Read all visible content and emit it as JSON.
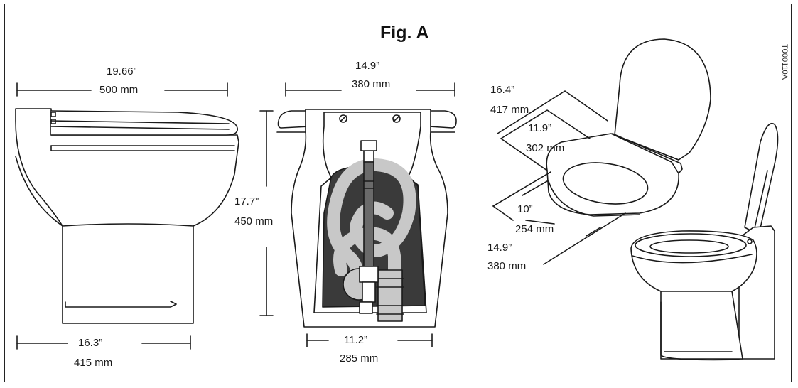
{
  "figure": {
    "title": "Fig. A",
    "code": "T000110A"
  },
  "side_view": {
    "overall_width_in": "19.66”",
    "overall_width_mm": "500 mm",
    "base_width_in": "16.3”",
    "base_width_mm": "415 mm"
  },
  "rear_view": {
    "top_width_in": "14.9”",
    "top_width_mm": "380 mm",
    "height_in": "17.7”",
    "height_mm": "450 mm",
    "base_width_in": "11.2”",
    "base_width_mm": "285 mm"
  },
  "seat_view": {
    "seat_length_in": "16.4”",
    "seat_length_mm": "417 mm",
    "opening_length_in": "11.9”",
    "opening_length_mm": "302 mm",
    "opening_width_in": "10”",
    "opening_width_mm": "254 mm",
    "seat_width_in": "14.9”",
    "seat_width_mm": "380 mm"
  },
  "colors": {
    "line": "#1a1a1a",
    "hose_fill": "#c8c8c8",
    "cavity_fill": "#3a3a3a",
    "body_fill": "#ffffff"
  }
}
